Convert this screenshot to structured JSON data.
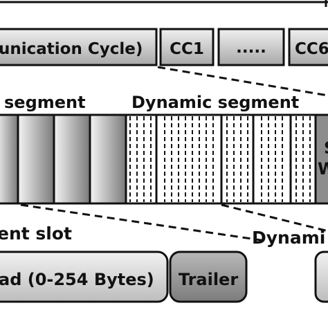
{
  "cycle_row": {
    "cells": [
      {
        "label": "unication Cycle)"
      },
      {
        "label": "CC1"
      },
      {
        "label": "....."
      },
      {
        "label": "CC6"
      }
    ]
  },
  "segment_row": {
    "static_label": "segment",
    "dynamic_label": "Dynamic segment",
    "symbol_window_label_line1": "S",
    "symbol_window_label_line2": "W"
  },
  "slot_row": {
    "static_slot_label": "ent slot",
    "dynamic_slot_label": "Dynami"
  },
  "frame_row": {
    "payload_label": "ad (0-254 Bytes)",
    "trailer_label": "Trailer"
  },
  "colors": {
    "outline": "#111111",
    "cell_fill_light": "#e6e6e6",
    "cell_fill_dark": "#8c8c8c"
  }
}
